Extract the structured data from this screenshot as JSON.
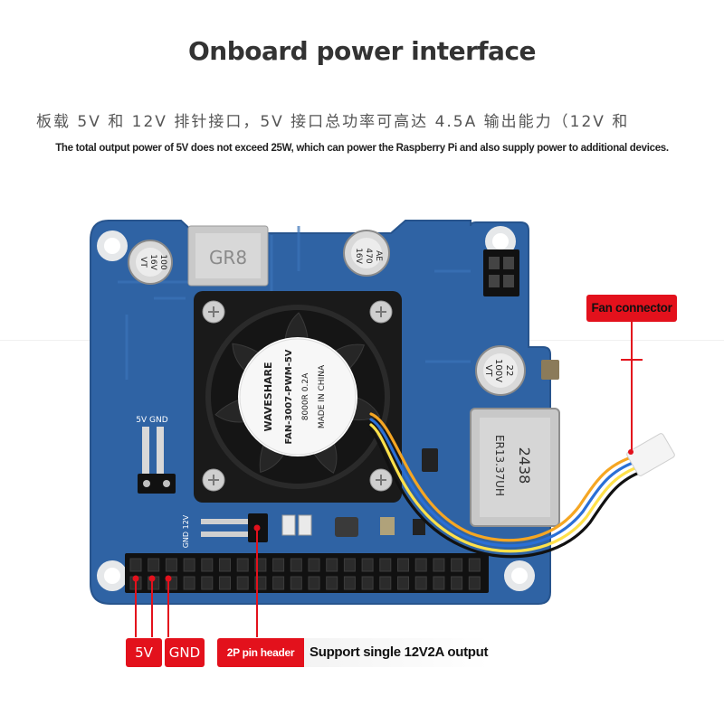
{
  "header": {
    "title": "Onboard power interface",
    "subtitle_cn": "板载 5V 和 12V 排针接口，5V 接口总功率可高达 4.5A 输出能力（12V 和",
    "subtitle_en": "The total output power of 5V does not exceed 25W, which can power the Raspberry Pi and also supply power to additional devices."
  },
  "board": {
    "inductor_text": "GR8",
    "cap_left": [
      "100",
      "16V",
      "VT"
    ],
    "cap_top": [
      "470",
      "16V",
      "AE"
    ],
    "cap_right": [
      "22",
      "100V",
      "VT"
    ],
    "transformer_lines": [
      "2438",
      "ER13.37UH"
    ],
    "fan_lines": [
      "WAVESHARE",
      "FAN-3007-PWM-5V",
      "8000R 0.2A",
      "MADE IN CHINA"
    ],
    "silk_5v_gnd": "5V GND",
    "silk_gnd_12v": "GND 12V"
  },
  "callouts": {
    "fan_connector": "Fan connector",
    "label_5v": "5V",
    "label_gnd": "GND",
    "pin_header_label": "2P pin header",
    "pin_header_desc": "Support single 12V2A output"
  },
  "colors": {
    "pcb_blue": "#2f63a4",
    "accent_red": "#e3111c",
    "fan_black": "#1a1a1a"
  }
}
